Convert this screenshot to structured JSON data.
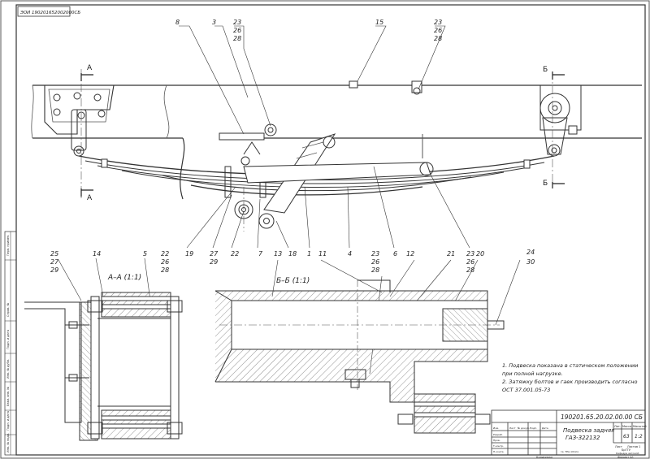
{
  "drawing": {
    "stamp_code": "ЭОИ 190201652002000СБ",
    "title_designation": "190201.65.20.02.00.00 СБ",
    "title_name_line1": "Подвеска задняя",
    "title_name_line2": "ГАЗ-322132",
    "scale": "1:2",
    "mass": "63",
    "sheet_note": "Лист 1",
    "copied": "Копировал",
    "format": "Формат A1"
  },
  "views": {
    "section_aa": "А–А (1:1)",
    "section_bb": "Б–Б (1:1)",
    "cut_a_top": "А",
    "cut_a_bottom": "А",
    "cut_b_top": "Б",
    "cut_b_bottom": "Б"
  },
  "notes": {
    "line1": "1. Подвеска показана в статическом положении",
    "line2": "при полной нагрузке.",
    "line3": "2. Затяжку болтов и гаек производить согласно",
    "line4": "ОСТ 37.001.05-73"
  },
  "callouts": {
    "c8": "8",
    "c3": "3",
    "c23_26_28_top_a1": "23",
    "c23_26_28_top_a2": "26",
    "c23_26_28_top_a3": "28",
    "c15": "15",
    "c23_26_28_top_b1": "23",
    "c23_26_28_top_b2": "26",
    "c23_26_28_top_b3": "28",
    "c22_26_28_a": "22",
    "c22_26_28_b": "26",
    "c22_26_28_c": "28",
    "c19": "19",
    "c27_29_a": "27",
    "c27_29_b": "29",
    "c22": "22",
    "c7": "7",
    "c18": "18",
    "c1": "1",
    "c4": "4",
    "c6": "6",
    "c23_20": "23",
    "c20": "20",
    "c26_r": "26",
    "c28_r": "28",
    "c25": "25",
    "c27": "27",
    "c29": "29",
    "c14": "14",
    "c5": "5",
    "c13": "13",
    "c11": "11",
    "c23_mid": "23",
    "c26_mid": "26",
    "c28_mid": "28",
    "c12": "12",
    "c21": "21",
    "c24": "24",
    "c30": "30"
  },
  "titleblock_small": {
    "r1": "Изм.",
    "r2": "Лист",
    "r3": "№ докум.",
    "r4": "Подп.",
    "r5": "Дата",
    "dev": "Разраб.",
    "chk": "Пров.",
    "tk": "Т.контр.",
    "nk": "Н.контр.",
    "ut": "Утв.",
    "lit": "Лит.",
    "mass_h": "Масса",
    "scale_h": "Масштаб",
    "sheet_h": "Лист",
    "sheets_h": "Листов 1",
    "org1": "БрГТУ",
    "org2": "Кафедра автомоб.",
    "org3": "гр. ТРА-101(1)"
  },
  "side_stamp": {
    "s1": "Перв. примен.",
    "s2": "Справ. №",
    "s3": "Подп. и дата",
    "s4": "Инв. № дубл.",
    "s5": "Взам. инв. №",
    "s6": "Подп. и дата",
    "s7": "Инв. № подл."
  },
  "colors": {
    "line": "#333333",
    "thin": "#555555",
    "hatch": "#777777",
    "paper": "#ffffff"
  }
}
